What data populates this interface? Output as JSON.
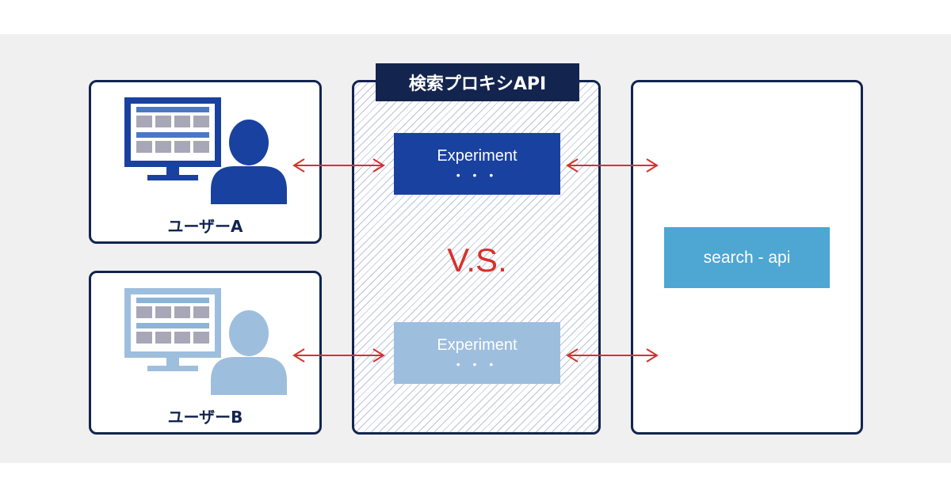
{
  "proxy": {
    "title": "検索プロキシAPI"
  },
  "users": [
    {
      "label": "ユーザーA",
      "color": "#1941a0"
    },
    {
      "label": "ユーザーB",
      "color": "#9ebede"
    }
  ],
  "experiments": [
    {
      "label": "Experiment",
      "dots": "• • •",
      "color": "#1941a0"
    },
    {
      "label": "Experiment",
      "dots": "• • •",
      "color": "#9ebede"
    }
  ],
  "vs_label": "V.S.",
  "backend": {
    "label": "search - api",
    "color": "#4ea6d2"
  },
  "colors": {
    "frame": "#13244e",
    "arrow": "#d7312b",
    "hatch": "#b9c3dd"
  }
}
